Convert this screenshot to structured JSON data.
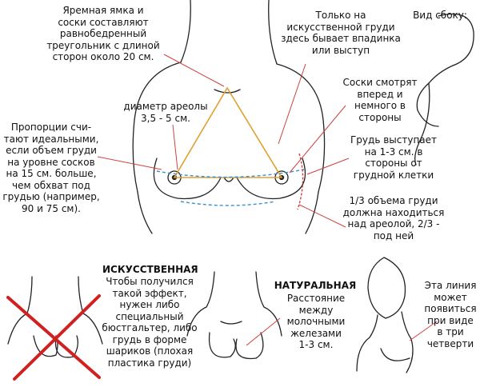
{
  "labels": {
    "jugular_notch": "Яремная ямка и\nсоски составляют\nравнобедренный\nтреугольник с длиной\nсторон около 20 см.",
    "implant_hollow": "Только на\nискусственной груди\nздесь бывает впадинка\nили выступ",
    "side_view": "Вид сбоку:",
    "areola_diameter": "диаметр ареолы\n3,5 - 5 см.",
    "nipples_direction": "Соски смотрят\nвперед и\nнемного в\nстороны",
    "ideal_proportions": "Пропорции счи-\nтают идеальными,\nесли объем груди\nна уровне сосков\nна 15 см. больше,\nчем обхват под\nгрудью (например,\n90 и 75 см).",
    "breast_protrudes": "Грудь выступает\nна 1-3 см. в\nстороны от\nгрудной клетки",
    "volume_third": "1/3 объема груди\nдолжна находиться\nнад ареолой, 2/3 -\nпод ней",
    "artificial_title": "ИСКУССТВЕННАЯ",
    "artificial_text": "Чтобы получился\nтакой эффект,\nнужен либо\nспециальный\nбюстгальтер, либо\nгрудь в форме\nшариков (плохая\nпластика груди)",
    "natural_title": "НАТУРАЛЬНАЯ",
    "natural_text": "Расстояние\nмежду\nмолочными\nжелезами\n1-3 см.",
    "three_quarter": "Эта линия\nможет\nпоявиться\nпри виде\nв три\nчетверти"
  },
  "colors": {
    "outline": "#222222",
    "pointer": "#d04040",
    "triangle": "#e0a030",
    "dashed": "#3a8fd0",
    "cross": "#d02020"
  }
}
